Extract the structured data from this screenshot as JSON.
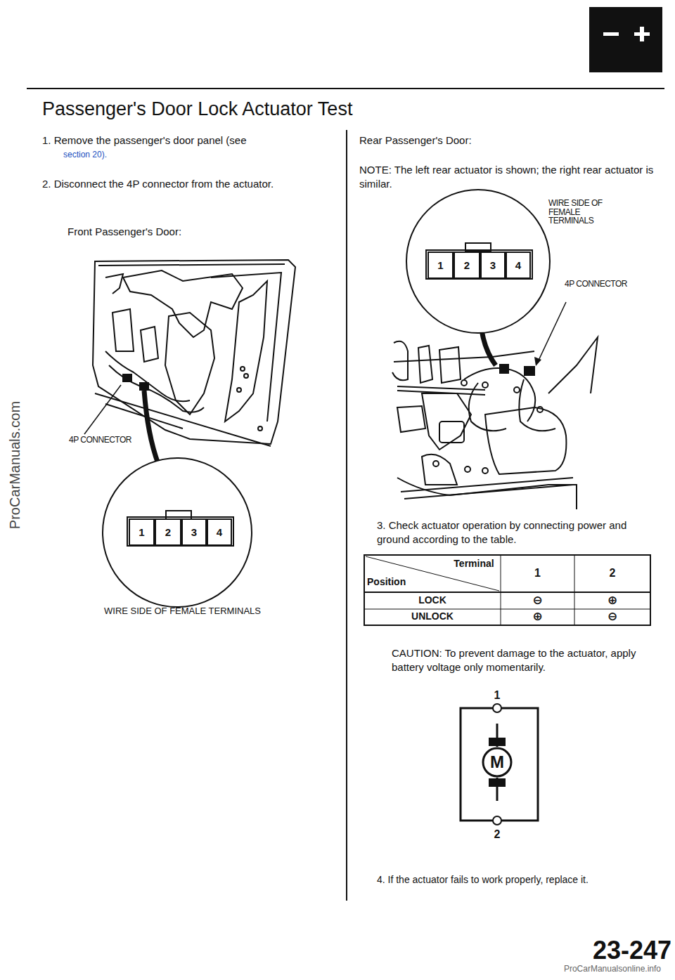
{
  "diagram": {
    "title": "Passenger's Door Lock Actuator Test",
    "nodes": [
      {
        "text": [
          "M"
        ]
      }
    ],
    "labels": [
      "1. Remove the passenger's door panel (see",
      "section 20).",
      "2. Disconnect the 4P connector from the actuator.",
      "Front Passenger's Door:",
      "4P CONNECTOR",
      "1",
      "2",
      "3",
      "4",
      "WIRE SIDE OF FEMALE TERMINALS",
      "Rear Passenger's Door:",
      "NOTE: The left rear actuator is shown; the right rear actuator is similar.",
      "WIRE SIDE OF FEMALE TERMINALS",
      "1",
      "2",
      "3",
      "4",
      "4P CONNECTOR",
      "3. Check actuator operation by connecting power and ground according to the table.",
      "Terminal",
      "Position",
      "1",
      "2",
      "LOCK",
      "⊖",
      "⊕",
      "UNLOCK",
      "⊕",
      "⊖",
      "CAUTION: To prevent damage to the actuator, apply battery voltage only momentarily.",
      "1",
      "2",
      "4. If the actuator fails to work properly, replace it.",
      "23-247",
      "ProCarManuals.com",
      "ProCarManualsonline.info"
    ]
  }
}
